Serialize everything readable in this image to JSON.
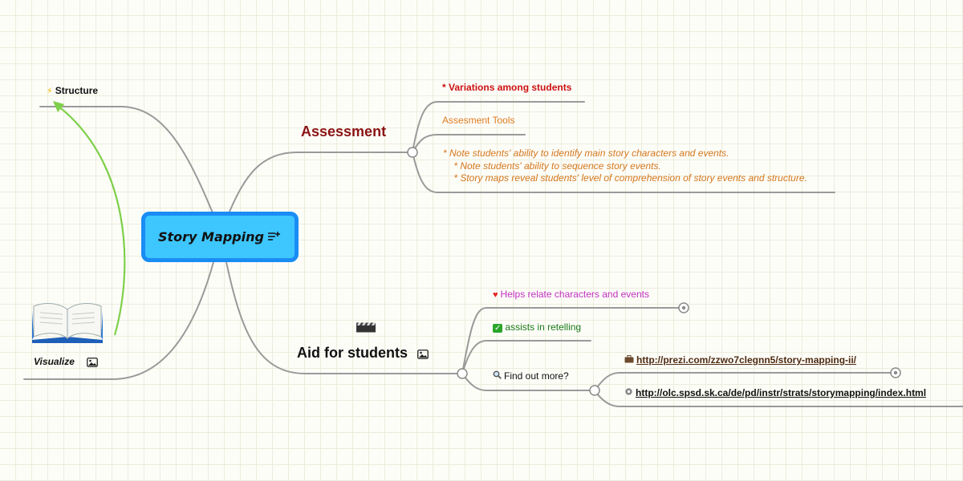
{
  "central": {
    "title": "Story Mapping",
    "notes_icon": "notes-icon"
  },
  "topics": {
    "structure": {
      "label": "Structure",
      "icon": "lightning-icon"
    },
    "visualize": {
      "label": "Visualize",
      "image_icon": "image-icon",
      "picture": "open-book-icon"
    },
    "assessment": {
      "label": "Assessment",
      "children": {
        "variations": "* Variations among students",
        "tools": "Assesment Tools",
        "notes": [
          "* Note students' ability to identify main story characters and events.",
          "    * Note students' ability to sequence story events.",
          "    * Story maps reveal students' level of comprehension of story events and structure."
        ]
      }
    },
    "aid": {
      "label": "Aid for students",
      "picture": "clapperboard-icon",
      "image_icon": "image-icon",
      "children": {
        "helps": {
          "label": "Helps relate characters and events",
          "icon": "heart-icon"
        },
        "retelling": {
          "label": "assists in retelling",
          "icon": "checkmark-icon"
        },
        "find_more": {
          "label": "Find out more?",
          "icon": "magnifier-icon",
          "links": [
            {
              "label": "http://prezi.com/zzwo7clegnn5/story-mapping-ii/",
              "icon": "briefcase-icon"
            },
            {
              "label": "http://olc.spsd.sk.ca/de/pd/instr/strats/storymapping/index.html",
              "icon": "gear-icon"
            }
          ]
        }
      }
    }
  },
  "colors": {
    "central_fill": "#3ec6ff",
    "central_border": "#1a8cf5",
    "assessment": "#8b1414",
    "variations": "#cc1111",
    "tools": "#e07b1f",
    "helps": "#c030c0",
    "retelling": "#1a7a1a",
    "link1": "#4e2a12",
    "arrow": "#7ed04a",
    "connector": "#999999"
  }
}
